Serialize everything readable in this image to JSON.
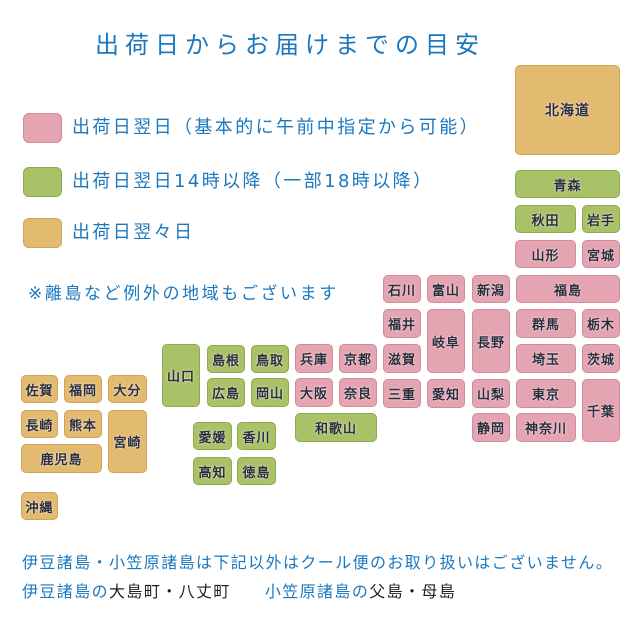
{
  "title": "出荷日からお届けまでの目安",
  "colors": {
    "next_day_morning": "#E5A4B1",
    "next_day_14h": "#A9C267",
    "day_after_next": "#E2BB71",
    "text_blue": "#1B78BF"
  },
  "legend": [
    {
      "tier": "next_day_morning",
      "label": "出荷日翌日（基本的に午前中指定から可能）"
    },
    {
      "tier": "next_day_14h",
      "label": "出荷日翌日14時以降（一部18時以降）"
    },
    {
      "tier": "day_after_next",
      "label": "出荷日翌々日"
    }
  ],
  "note": "※離島など例外の地域もございます",
  "map": {
    "prefectures": [
      {
        "name": "北海道",
        "tier": "day_after_next"
      },
      {
        "name": "青森",
        "tier": "next_day_14h"
      },
      {
        "name": "秋田",
        "tier": "next_day_14h"
      },
      {
        "name": "岩手",
        "tier": "next_day_14h"
      },
      {
        "name": "山形",
        "tier": "next_day_morning"
      },
      {
        "name": "宮城",
        "tier": "next_day_morning"
      },
      {
        "name": "福島",
        "tier": "next_day_morning"
      },
      {
        "name": "石川",
        "tier": "next_day_morning"
      },
      {
        "name": "富山",
        "tier": "next_day_morning"
      },
      {
        "name": "新潟",
        "tier": "next_day_morning"
      },
      {
        "name": "福井",
        "tier": "next_day_morning"
      },
      {
        "name": "岐阜",
        "tier": "next_day_morning"
      },
      {
        "name": "長野",
        "tier": "next_day_morning"
      },
      {
        "name": "群馬",
        "tier": "next_day_morning"
      },
      {
        "name": "栃木",
        "tier": "next_day_morning"
      },
      {
        "name": "滋賀",
        "tier": "next_day_morning"
      },
      {
        "name": "埼玉",
        "tier": "next_day_morning"
      },
      {
        "name": "茨城",
        "tier": "next_day_morning"
      },
      {
        "name": "三重",
        "tier": "next_day_morning"
      },
      {
        "name": "愛知",
        "tier": "next_day_morning"
      },
      {
        "name": "山梨",
        "tier": "next_day_morning"
      },
      {
        "name": "東京",
        "tier": "next_day_morning"
      },
      {
        "name": "千葉",
        "tier": "next_day_morning"
      },
      {
        "name": "静岡",
        "tier": "next_day_morning"
      },
      {
        "name": "神奈川",
        "tier": "next_day_morning"
      },
      {
        "name": "兵庫",
        "tier": "next_day_morning"
      },
      {
        "name": "京都",
        "tier": "next_day_morning"
      },
      {
        "name": "大阪",
        "tier": "next_day_morning"
      },
      {
        "name": "奈良",
        "tier": "next_day_morning"
      },
      {
        "name": "和歌山",
        "tier": "next_day_14h"
      },
      {
        "name": "山口",
        "tier": "next_day_14h"
      },
      {
        "name": "島根",
        "tier": "next_day_14h"
      },
      {
        "name": "鳥取",
        "tier": "next_day_14h"
      },
      {
        "name": "広島",
        "tier": "next_day_14h"
      },
      {
        "name": "岡山",
        "tier": "next_day_14h"
      },
      {
        "name": "愛媛",
        "tier": "next_day_14h"
      },
      {
        "name": "香川",
        "tier": "next_day_14h"
      },
      {
        "name": "高知",
        "tier": "next_day_14h"
      },
      {
        "name": "徳島",
        "tier": "next_day_14h"
      },
      {
        "name": "佐賀",
        "tier": "day_after_next"
      },
      {
        "name": "福岡",
        "tier": "day_after_next"
      },
      {
        "name": "大分",
        "tier": "day_after_next"
      },
      {
        "name": "長崎",
        "tier": "day_after_next"
      },
      {
        "name": "熊本",
        "tier": "day_after_next"
      },
      {
        "name": "宮崎",
        "tier": "day_after_next"
      },
      {
        "name": "鹿児島",
        "tier": "day_after_next"
      },
      {
        "name": "沖縄",
        "tier": "day_after_next"
      }
    ]
  },
  "footer": {
    "line1": "伊豆諸島・小笠原諸島は下記以外はクール便のお取り扱いはございません。",
    "line2": {
      "group1": "伊豆諸島の",
      "towns1": "大島町・八丈町",
      "group2": "小笠原諸島の",
      "towns2": "父島・母島"
    }
  }
}
